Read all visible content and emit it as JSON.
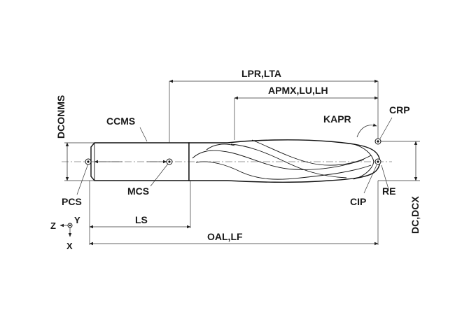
{
  "labels": {
    "lpr_lta": "LPR,LTA",
    "apmx_lu_lh": "APMX,LU,LH",
    "crp": "CRP",
    "kapr": "KAPR",
    "dconms": "DCONMS",
    "ccms": "CCMS",
    "mcs": "MCS",
    "pcs": "PCS",
    "ls": "LS",
    "oal_lf": "OAL,LF",
    "cip": "CIP",
    "re": "RE",
    "dc_dcx": "DC,DCX"
  },
  "axes": {
    "z": "Z",
    "y": "Y",
    "x": "X"
  },
  "colors": {
    "line": "#333333",
    "text": "#1a1a1a",
    "background": "#ffffff"
  }
}
